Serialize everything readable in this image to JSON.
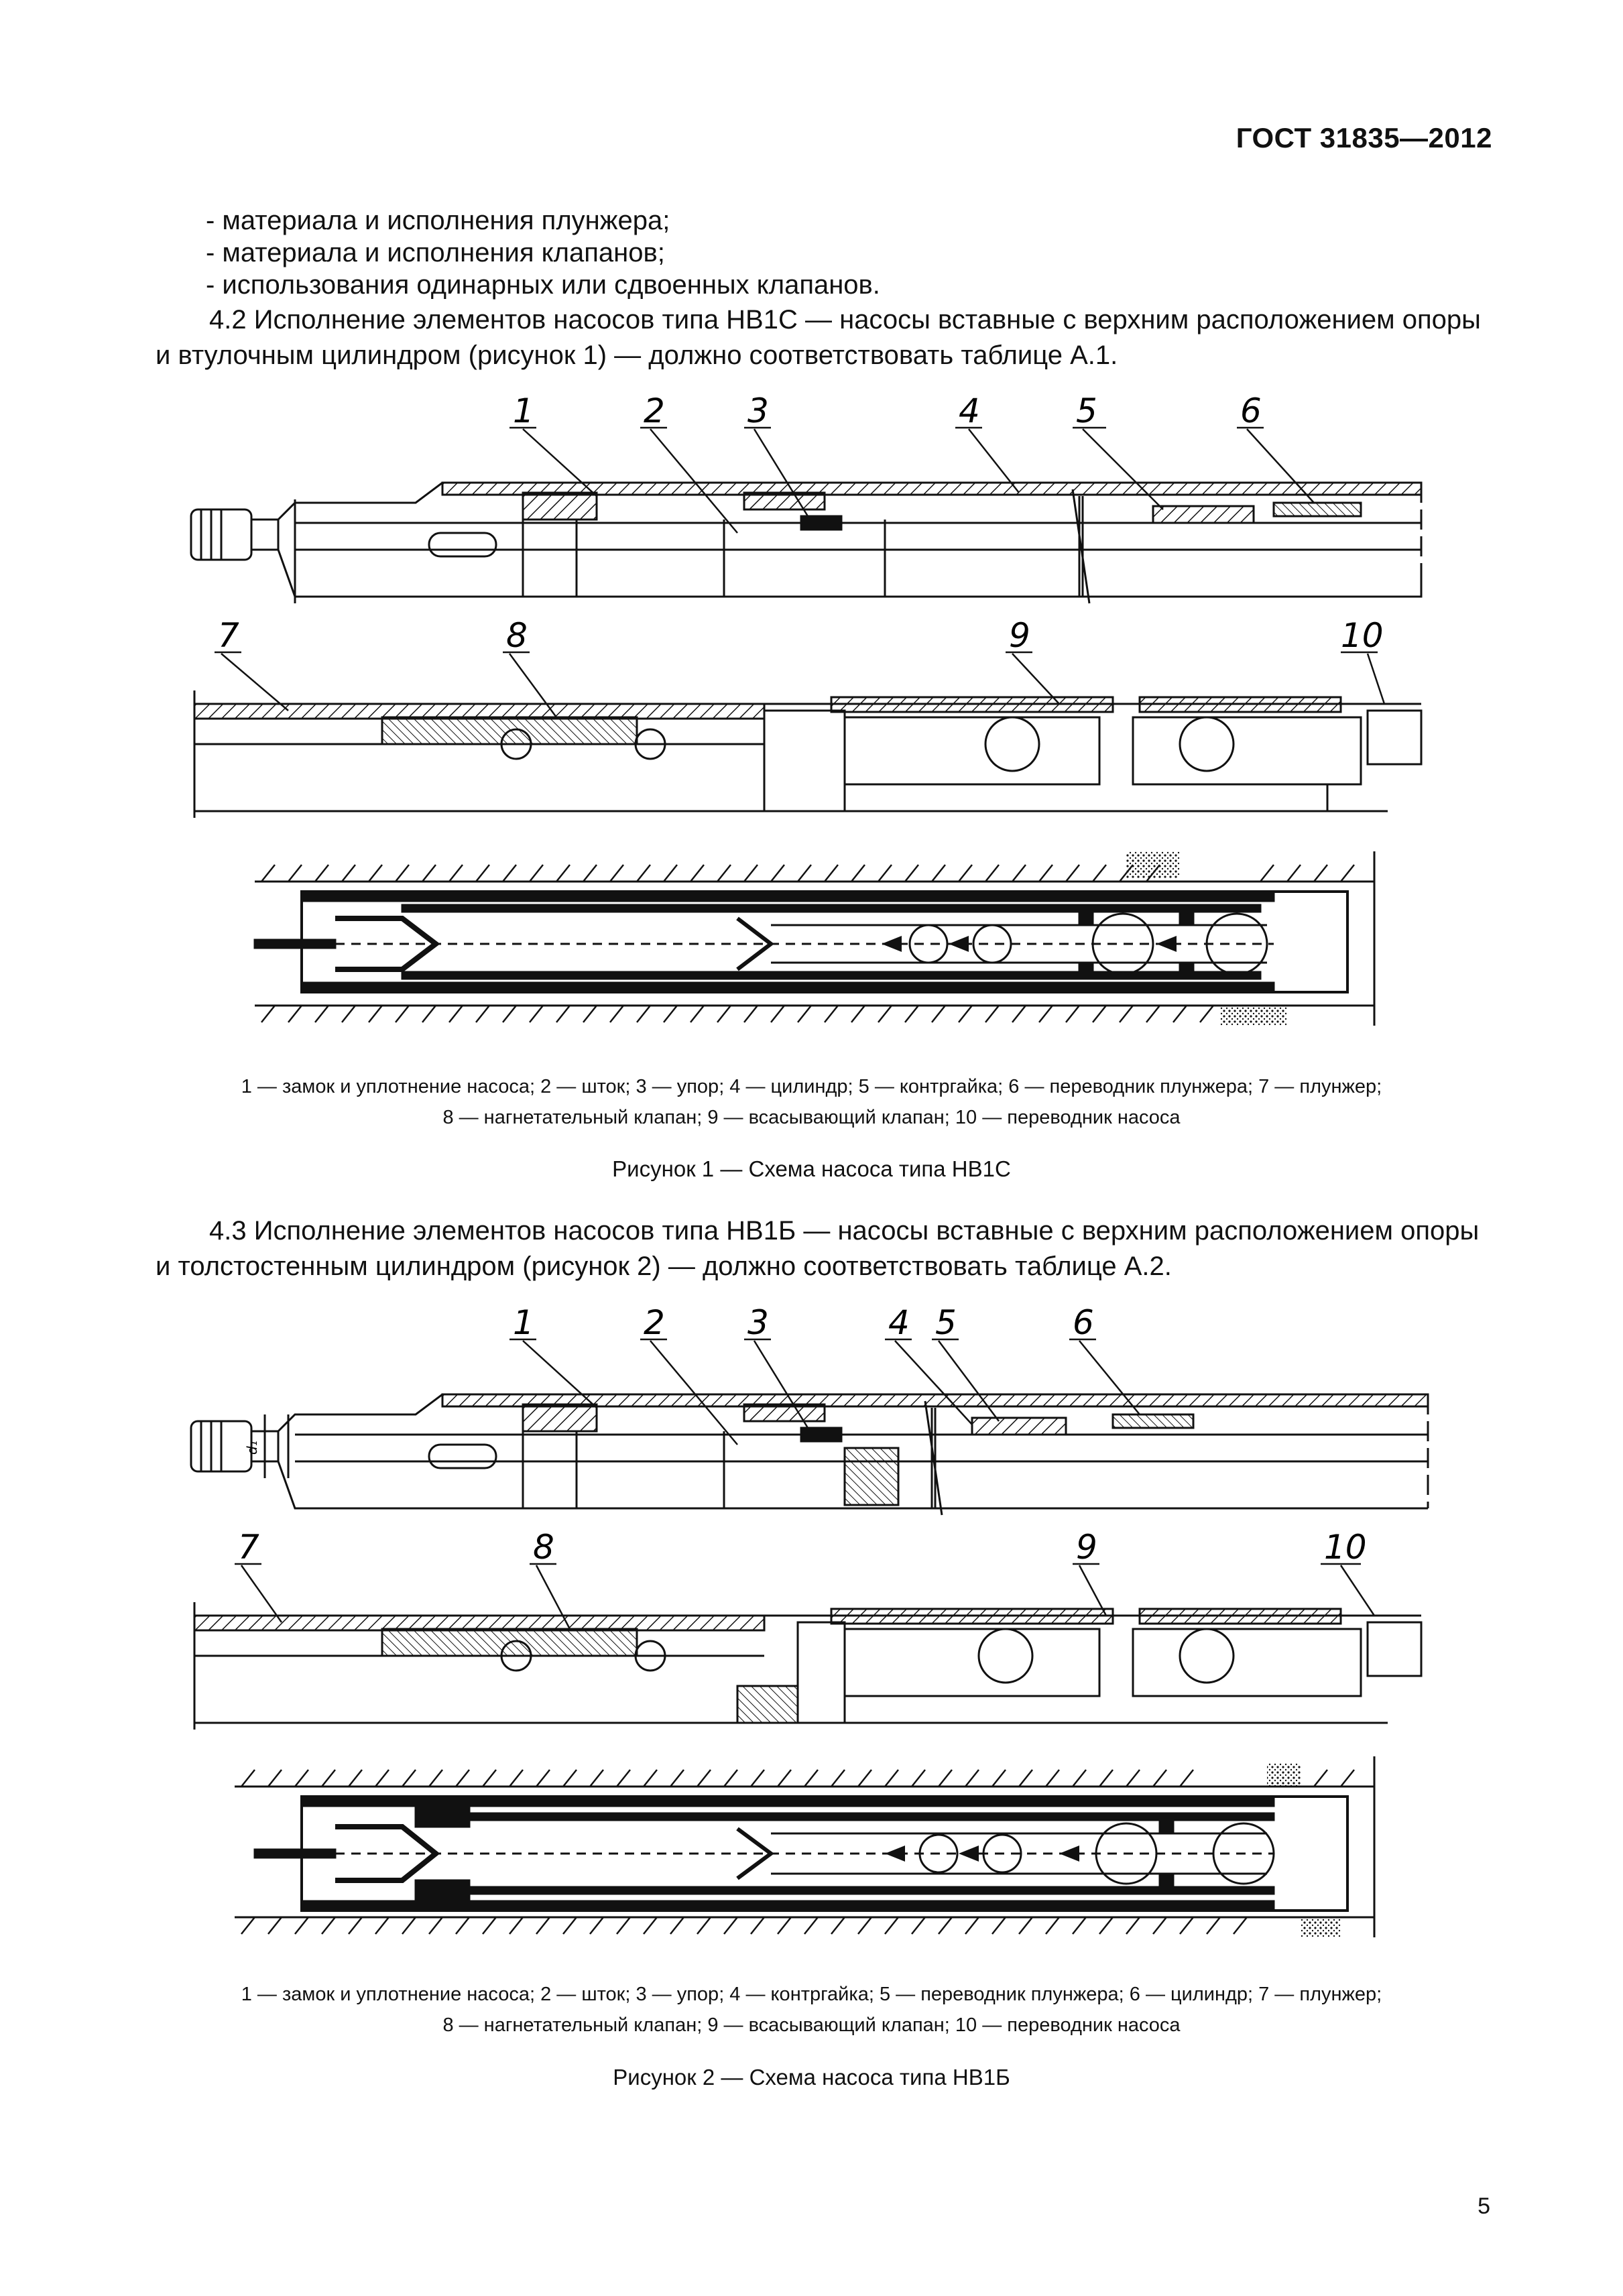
{
  "header": {
    "standard": "ГОСТ 31835—2012"
  },
  "bullets": [
    "- материала и исполнения плунжера;",
    "- материала и исполнения клапанов;",
    "- использования одинарных или сдвоенных клапанов."
  ],
  "para_4_2": [
    "4.2 Исполнение элементов насосов типа НВ1С — насосы вставные с верхним расположением опоры",
    "и втулочным цилиндром (рисунок 1) — должно соответствовать таблице А.1."
  ],
  "figure1": {
    "callouts_top": [
      "1",
      "2",
      "3",
      "4",
      "5",
      "6"
    ],
    "callouts_bottom": [
      "7",
      "8",
      "9",
      "10"
    ],
    "legend": [
      "1 — замок и уплотнение насоса; 2 — шток; 3 — упор; 4 — цилиндр; 5 — контргайка; 6 — переводник плунжера; 7 — плунжер;",
      "8 — нагнетательный клапан; 9 — всасывающий клапан; 10 — переводник насоса"
    ],
    "caption": "Рисунок 1 — Схема насоса типа НВ1С"
  },
  "para_4_3": [
    "4.3 Исполнение элементов насосов типа НВ1Б — насосы вставные с верхним расположением опоры",
    "и толстостенным цилиндром (рисунок 2) — должно соответствовать таблице А.2."
  ],
  "figure2": {
    "callouts_top": [
      "1",
      "2",
      "3",
      "4",
      "5",
      "6"
    ],
    "callouts_bottom": [
      "7",
      "8",
      "9",
      "10"
    ],
    "dim_label": "d₁",
    "legend": [
      "1 — замок и уплотнение насоса; 2 — шток; 3 — упор; 4 — контргайка; 5 — переводник плунжера; 6 — цилиндр; 7 — плунжер;",
      "8 — нагнетательный клапан; 9 — всасывающий клапан; 10 — переводник насоса"
    ],
    "caption": "Рисунок 2 — Схема насоса типа НВ1Б"
  },
  "page_number": "5",
  "colors": {
    "ink": "#111111",
    "paper": "#ffffff"
  }
}
